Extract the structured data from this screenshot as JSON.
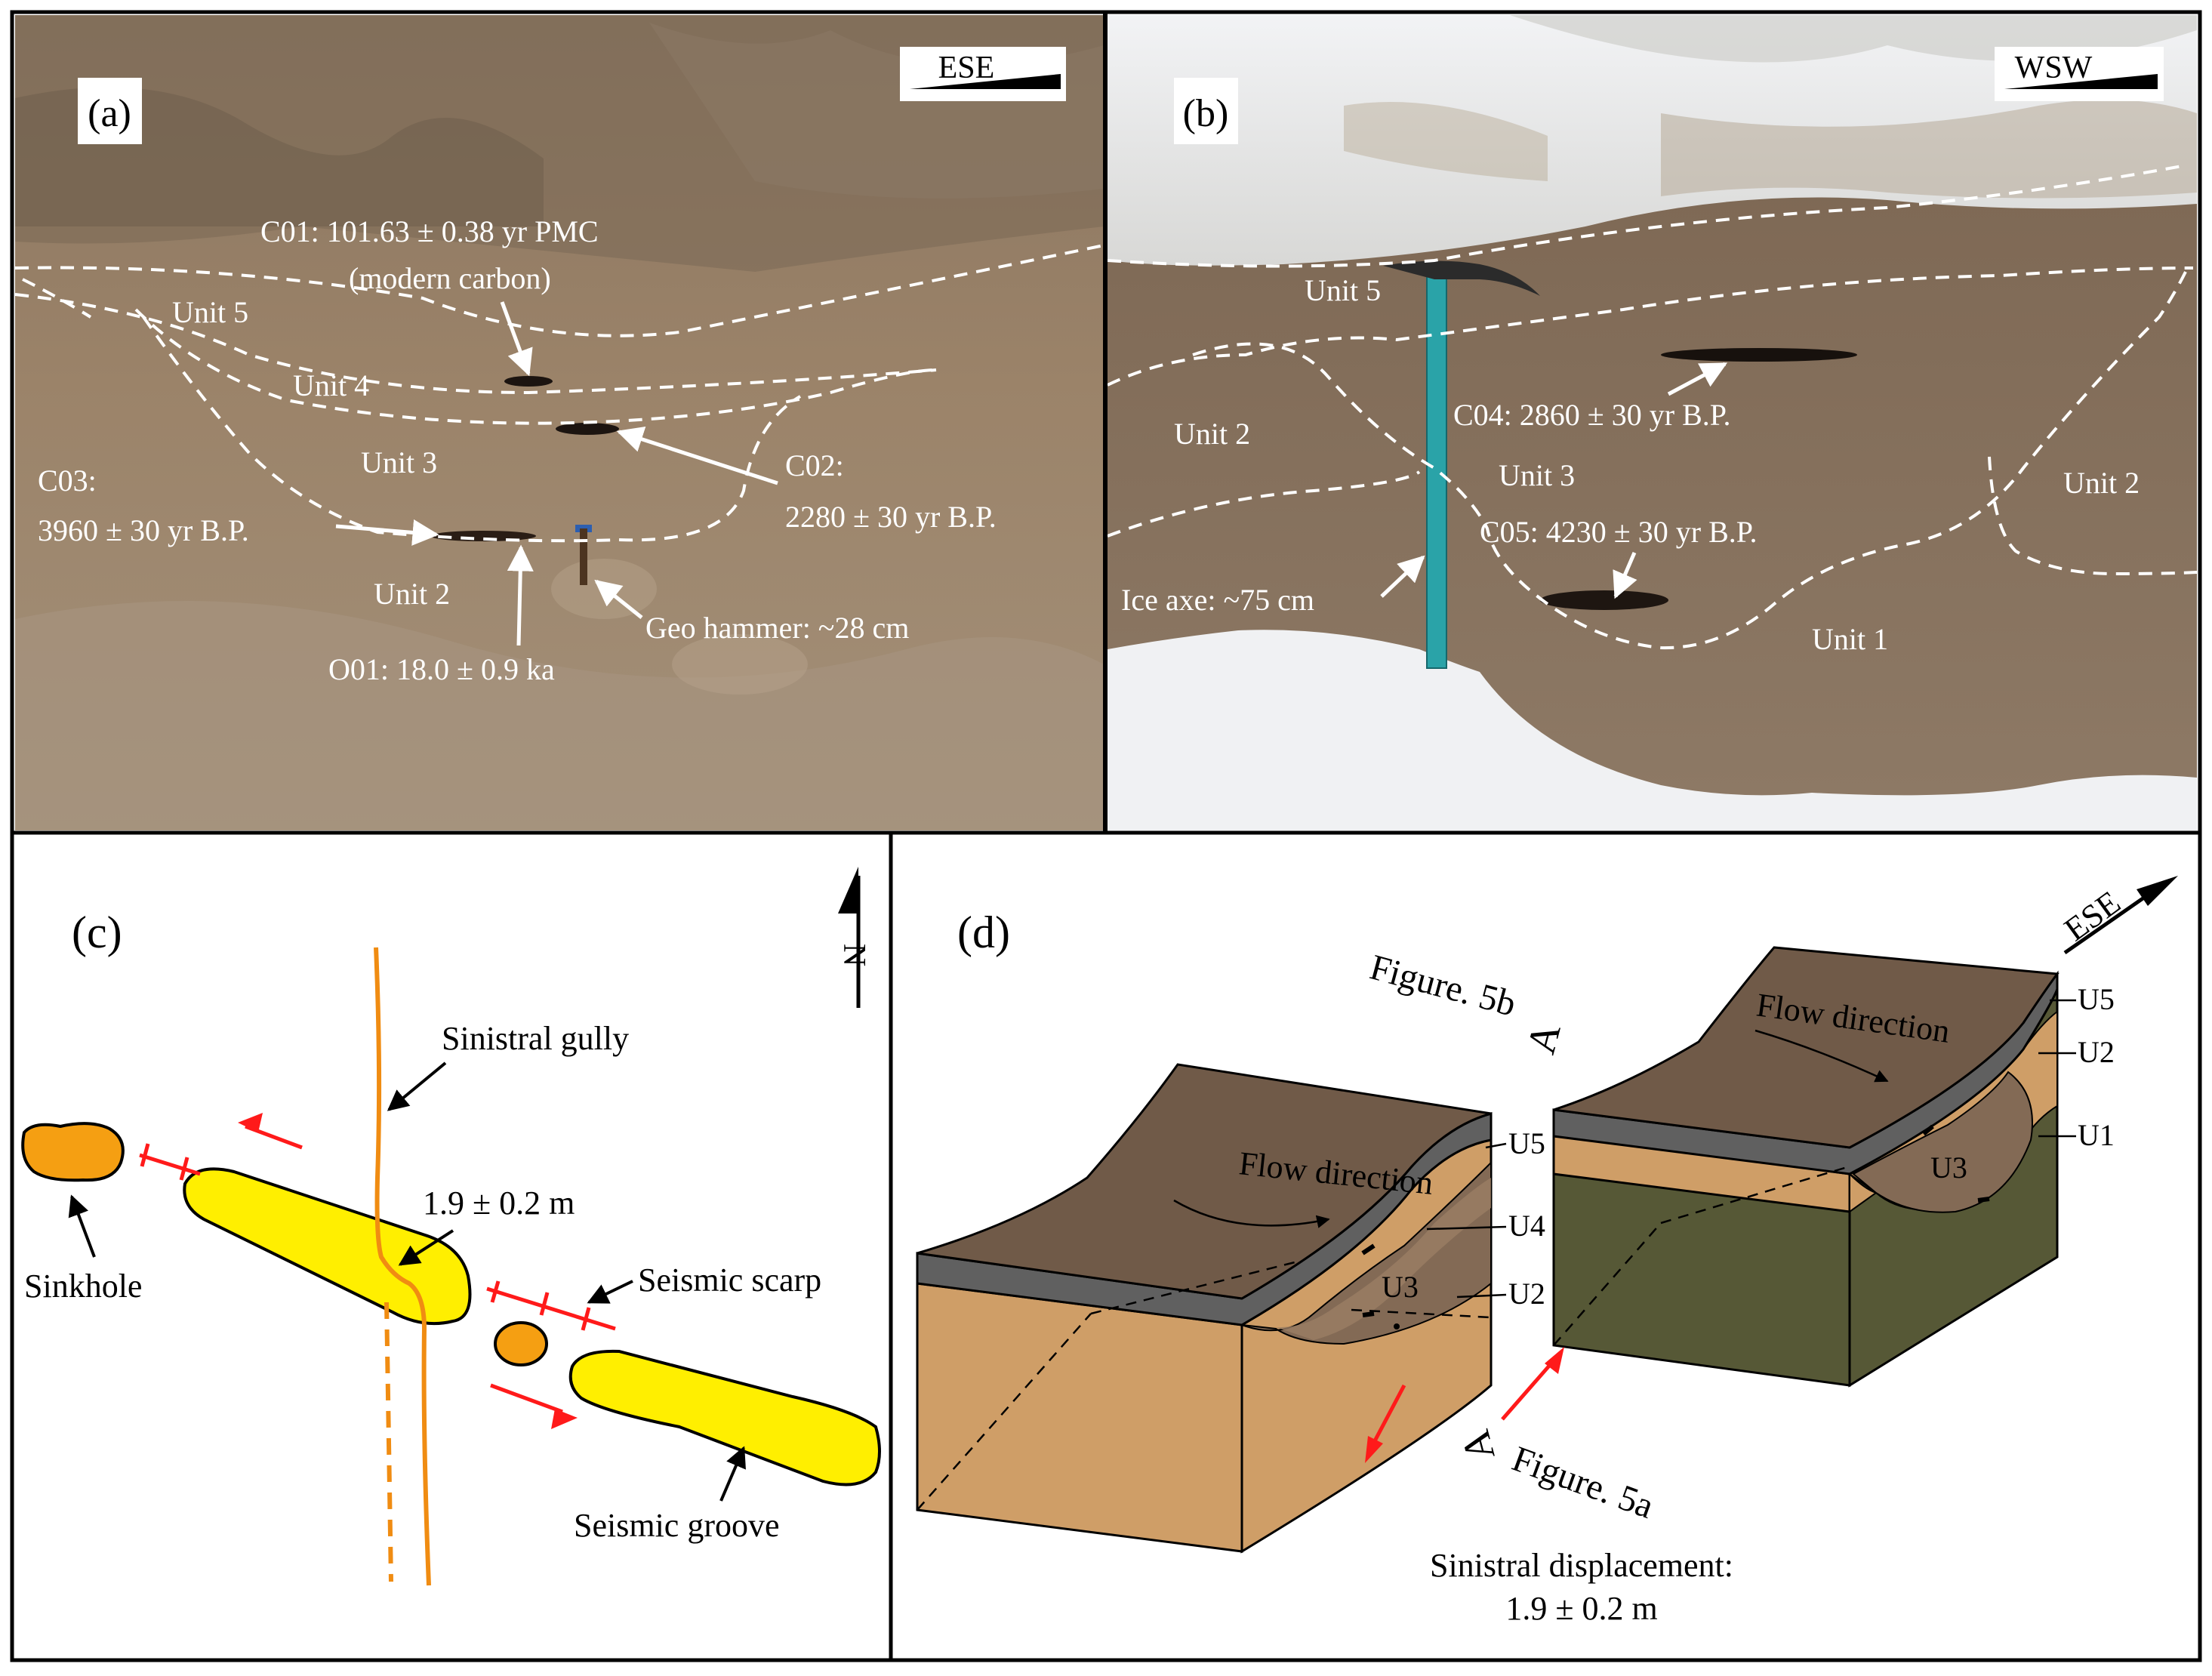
{
  "panel_a": {
    "letter": "(a)",
    "direction": "ESE",
    "units": [
      "Unit 5",
      "Unit 4",
      "Unit 3",
      "Unit 2"
    ],
    "c01_line1": "C01: 101.63 ± 0.38 yr PMC",
    "c01_line2": "(modern carbon)",
    "c02_line1": "C02:",
    "c02_line2": "2280 ± 30 yr B.P.",
    "c03_line1": "C03:",
    "c03_line2": "3960 ± 30  yr B.P.",
    "o01": "O01: 18.0 ± 0.9 ka",
    "hammer": "Geo hammer: ~28 cm"
  },
  "panel_b": {
    "letter": "(b)",
    "direction": "WSW",
    "unit5": "Unit 5",
    "unit2_left": "Unit 2",
    "unit3": "Unit 3",
    "unit2_right": "Unit 2",
    "unit1": "Unit 1",
    "c04": "C04: 2860 ± 30 yr B.P.",
    "c05": "C05: 4230 ± 30 yr B.P.",
    "ice_axe": "Ice axe: ~75 cm"
  },
  "panel_c": {
    "letter": "(c)",
    "north": "N",
    "gully": "Sinistral gully",
    "offset": "1.9 ± 0.2 m",
    "sinkhole": "Sinkhole",
    "scarp": "Seismic scarp",
    "groove": "Seismic groove"
  },
  "panel_d": {
    "letter": "(d)",
    "direction": "ESE",
    "fig5b": "Figure. 5b",
    "fig5a": "Figure. 5a",
    "section_mark": "A",
    "flow_left": "Flow direction",
    "flow_right": "Flow direction",
    "left_layers": [
      "U5",
      "U4",
      "U3",
      "U2"
    ],
    "right_layers": [
      "U5",
      "U2",
      "U3",
      "U1"
    ],
    "displacement_line1": "Sinistral displacement:",
    "displacement_line2": "1.9 ± 0.2 m"
  },
  "colors": {
    "sediment": "#9a8166",
    "snow": "#eef0f3",
    "surface": "#705a48",
    "topsoil": "#606060",
    "lower_left": "#cf9e67",
    "lower_right": "#565836",
    "groove": "#ffef00",
    "sinkhole": "#f59f12",
    "gully": "#f08c12",
    "scarp": "#ff1a1a"
  }
}
